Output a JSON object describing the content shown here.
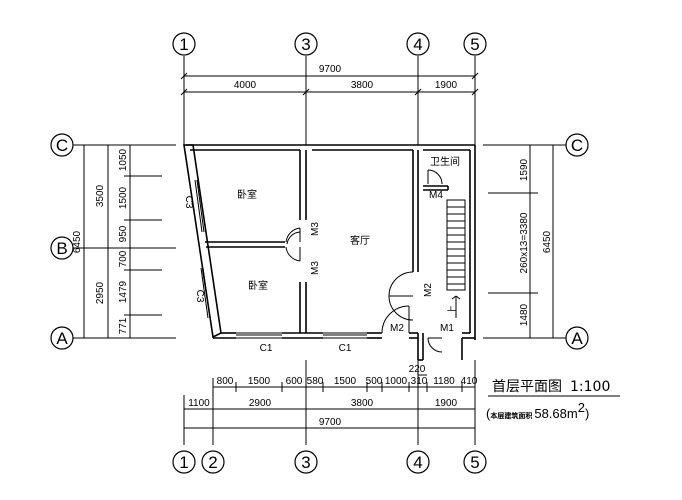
{
  "grid_axes": {
    "top": [
      "1",
      "3",
      "4",
      "5"
    ],
    "bottom": [
      "1",
      "2",
      "3",
      "4",
      "5"
    ],
    "left": [
      "C",
      "B",
      "A"
    ],
    "right": [
      "C",
      "A"
    ]
  },
  "dimensions": {
    "top_total": "9700",
    "top_segments": [
      "4000",
      "3800",
      "1900"
    ],
    "bottom_detail": [
      "800",
      "1500",
      "600",
      "580",
      "1500",
      "500",
      "1000",
      "310",
      "1180",
      "410"
    ],
    "bottom_extra": "220",
    "bottom_segments": [
      "1100",
      "2900",
      "3800",
      "1900"
    ],
    "bottom_total": "9700",
    "left_outer": [
      "3500",
      "2950"
    ],
    "left_outer_total": "6450",
    "left_inner": [
      "1050",
      "1500",
      "950",
      "700",
      "1479",
      "771"
    ],
    "right_inner": [
      "1590",
      "260x13=3380",
      "1480"
    ],
    "right_total": "6450"
  },
  "rooms": {
    "bedroom_upper": "卧室",
    "bedroom_lower": "卧室",
    "living_room": "客厅",
    "bathroom": "卫生间"
  },
  "labels": {
    "window_c3_upper": "C3",
    "window_c3_lower": "C3",
    "window_c1_left": "C1",
    "window_c1_right": "C1",
    "door_m3_upper": "M3",
    "door_m3_lower": "M3",
    "door_m4": "M4",
    "door_m2_stair": "M2",
    "door_m2_entry": "M2",
    "door_m1": "M1",
    "stair_up": "上"
  },
  "title": {
    "name": "首层平面图",
    "scale": "1:100",
    "area_prefix": "本层建筑面积",
    "area_value": "58.68m",
    "area_sup": "2",
    "area_open": "(",
    "area_close": ")"
  }
}
